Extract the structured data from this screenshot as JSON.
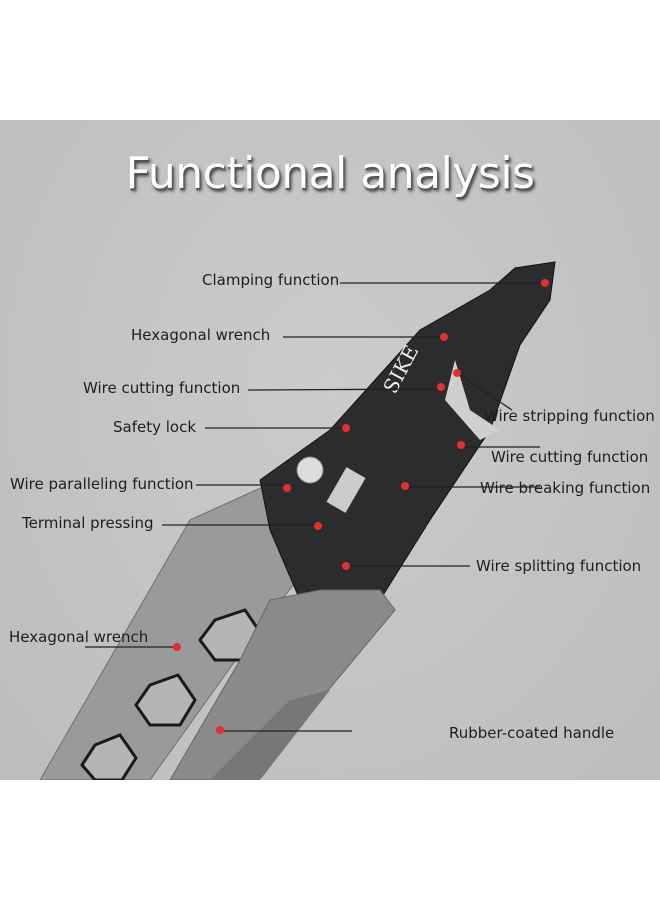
{
  "title": "Functional analysis",
  "brand_mark": "SIKE",
  "colors": {
    "background": "#c4c4c4",
    "marker": "#e03030",
    "blade": "#2b2b2d",
    "handle": "#8f8f8f"
  },
  "labels": [
    {
      "id": "clamping",
      "text": "Clamping function"
    },
    {
      "id": "hex-wrench-upper",
      "text": "Hexagonal wrench"
    },
    {
      "id": "wire-cutting-left",
      "text": "Wire cutting function"
    },
    {
      "id": "safety-lock",
      "text": "Safety lock"
    },
    {
      "id": "wire-stripping",
      "text": "Wire stripping function"
    },
    {
      "id": "wire-cutting-right",
      "text": "Wire cutting function"
    },
    {
      "id": "wire-breaking",
      "text": "Wire breaking function"
    },
    {
      "id": "wire-paralleling",
      "text": "Wire paralleling function"
    },
    {
      "id": "terminal-pressing",
      "text": "Terminal pressing"
    },
    {
      "id": "wire-splitting",
      "text": "Wire splitting function"
    },
    {
      "id": "hex-wrench-lower",
      "text": "Hexagonal wrench"
    },
    {
      "id": "rubber-handle",
      "text": "Rubber-coated handle"
    }
  ]
}
